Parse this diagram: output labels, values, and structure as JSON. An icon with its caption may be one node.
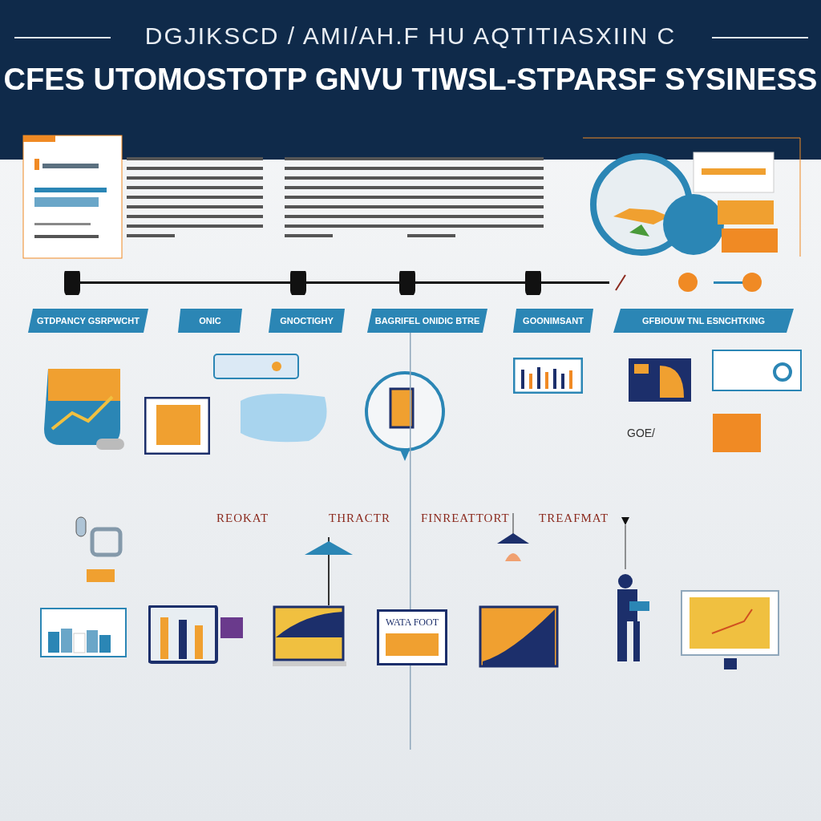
{
  "diagram": {
    "title": "CFES UTOMOSTOTP GNVU TIWSL-STPARSF SYSINESS",
    "nodes": [
      {
        "text": [
          "GTDPANCY GSRPWCHT"
        ]
      },
      {
        "text": [
          "ONIC"
        ]
      },
      {
        "text": [
          "GNOCTIGHY"
        ]
      },
      {
        "text": [
          "BAGRIFEL ONIDIC BTRE"
        ]
      },
      {
        "text": [
          "GOONIMSANT"
        ]
      },
      {
        "text": [
          "GFBIOUW TNL ESNCHTKING"
        ]
      },
      {
        "text": [
          "WATA FOOT"
        ]
      }
    ],
    "labels": [
      "DGJIKSCD / AMI/AH.F HU AQTITIASXIIN C",
      "GOE/",
      "REOKAT",
      "THRACTR",
      "FINREATTORT",
      "TREAFMAT"
    ]
  }
}
